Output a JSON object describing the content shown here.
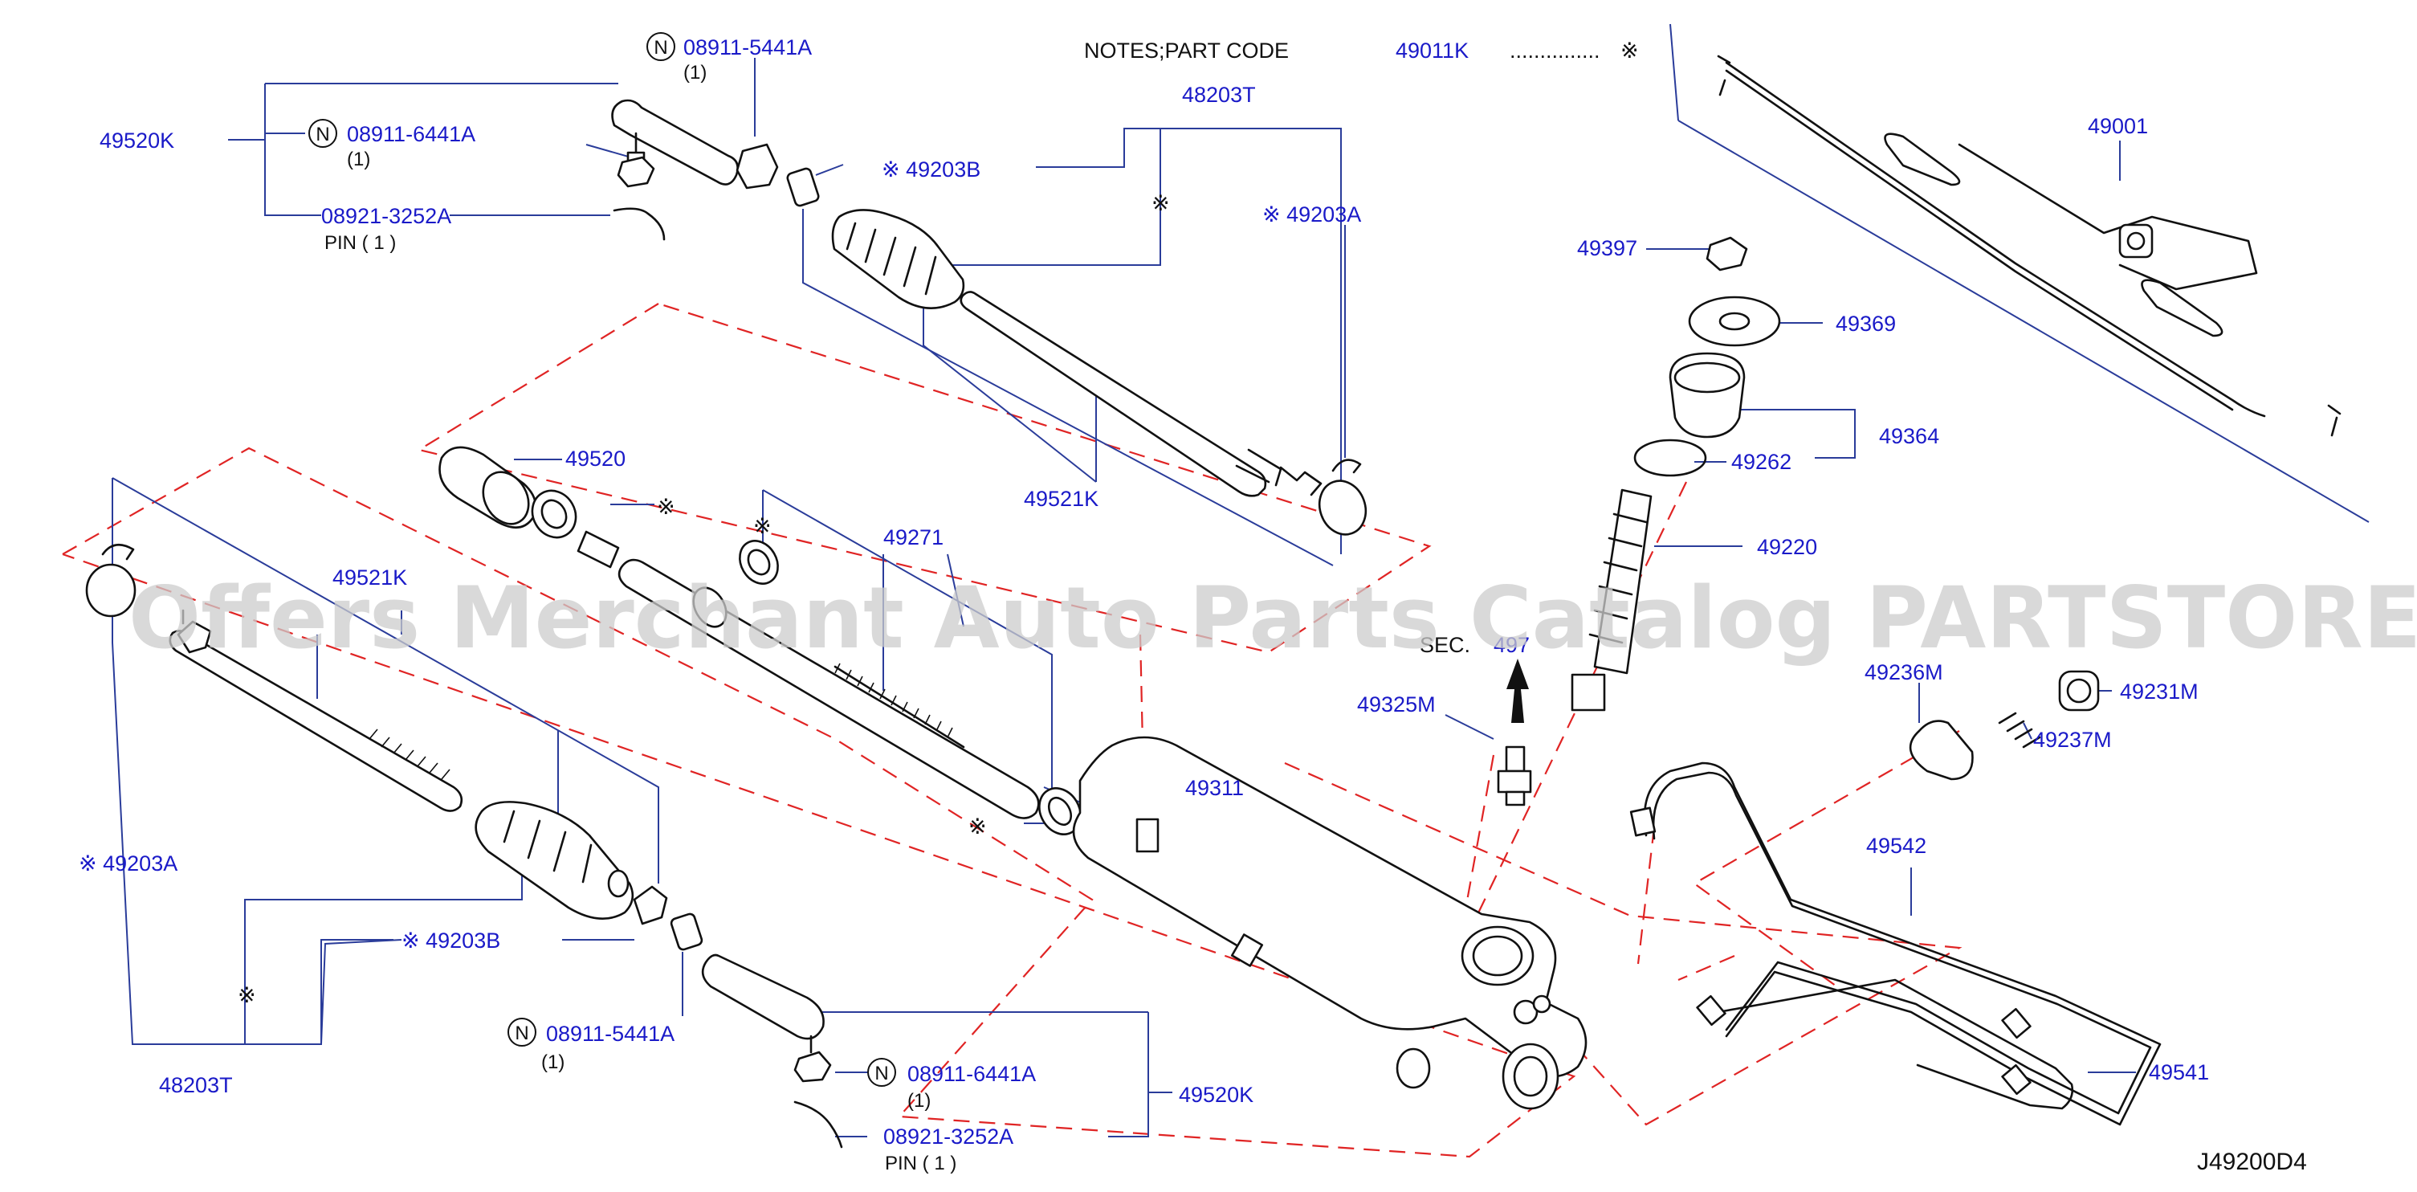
{
  "notes": {
    "label": "NOTES;PART   CODE",
    "code": "49011K",
    "dots": "...............",
    "mark": "※"
  },
  "watermark": "Offers Merchant Auto Parts Catalog PARTSTORE.SA",
  "diagram_code": "J49200D4",
  "sec_label": {
    "prefix": "SEC.",
    "ref": "497"
  },
  "callouts": {
    "c49520K_top": "49520K",
    "c08911_5441A_top": "08911-5441A",
    "c08911_5441A_top_qty": "(1)",
    "c08911_6441A_top": "08911-6441A",
    "c08911_6441A_top_qty": "(1)",
    "c08921_3252A_top": "08921-3252A",
    "pin_top": "PIN   ( 1 )",
    "c49203B_top": "※ 49203B",
    "c48203T_top": "48203T",
    "mark_top": "※",
    "c49203A_top": "※ 49203A",
    "c49521K_top": "49521K",
    "c49520": "49520",
    "mark_ring": "※",
    "mark_271": "※",
    "c49271": "49271",
    "c49521K_left": "49521K",
    "c49203A_left": "※ 49203A",
    "c49203B_left": "※ 49203B",
    "mark_left": "※",
    "c48203T_left": "48203T",
    "c08911_5441A_bot": "08911-5441A",
    "c08911_5441A_bot_qty": "(1)",
    "c08911_6441A_bot": "08911-6441A",
    "c08911_6441A_bot_qty": "(1)",
    "c08921_3252A_bot": "08921-3252A",
    "pin_bot": "PIN   ( 1 )",
    "c49520K_bot": "49520K",
    "mark_bush": "※",
    "c49311": "49311",
    "c49325M": "49325M",
    "c49397": "49397",
    "c49369": "49369",
    "c49364": "49364",
    "c49262": "49262",
    "c49220": "49220",
    "c49236M": "49236M",
    "c49231M": "49231M",
    "c49237M": "49237M",
    "c49542": "49542",
    "c49541": "49541",
    "c49001": "49001"
  },
  "n_marker": "N",
  "colors": {
    "label": "#1a1ac8",
    "leader": "#2a3c9a",
    "dashed": "#e02424",
    "part": "#111111",
    "watermark": "#cccccc"
  },
  "icons": [
    "circled-n-icon",
    "asterisk-reference-mark",
    "arrow-up-icon"
  ]
}
